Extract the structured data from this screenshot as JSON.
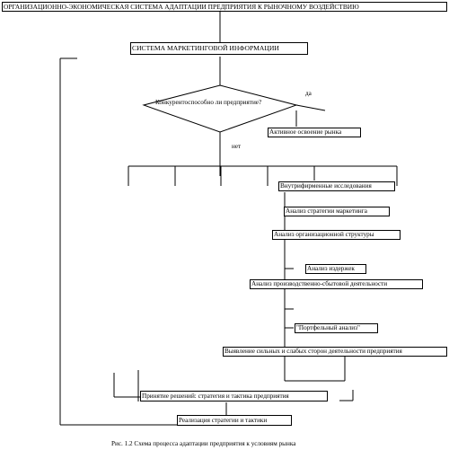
{
  "diagram": {
    "top_title": "ОРГАНИЗАЦИОННО-ЭКОНОМИЧЕСКАЯ СИСТЕМА АДАПТАЦИИ ПРЕДПРИЯТИЯ К РЫНОЧНОМУ ВОЗДЕЙСТВИЮ",
    "marketing_system": "СИСТЕМА МАРКЕТИНГОВОЙ ИНФОРМАЦИИ",
    "decision_question": "Конкурентоспособно ли предприятие?",
    "yes_label": "да",
    "no_label": "нет",
    "active_market": "Активное освоение рынка",
    "analysis_steps": [
      "Внутрифирменные исследования",
      "Анализ стратегии маркетинга",
      "Анализ организационной структуры",
      "Анализ издержек",
      "Анализ производственно-сбытовой деятельности",
      "\"Портфельный анализ\"",
      "Выявление сильных и слабых сторон деятельности предприятия"
    ],
    "decision_making": "Принятие решений: стратегия и тактика предприятия",
    "implementation": "Реализация стратегии и тактики",
    "caption": "Рис. 1.2 Схема процесса адаптации предприятия к условиям рынка"
  }
}
